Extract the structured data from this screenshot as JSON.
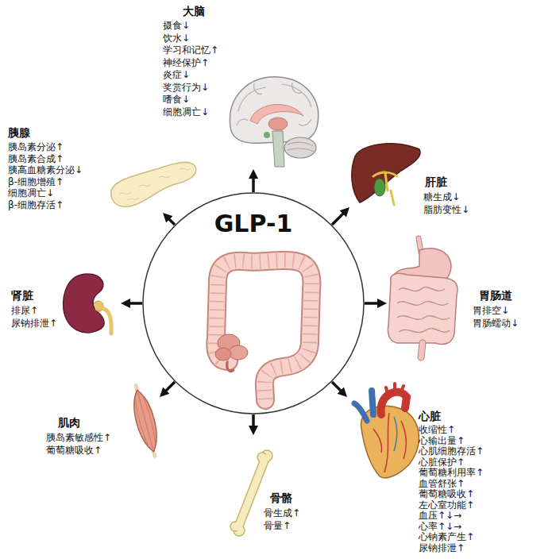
{
  "diagram": {
    "nodes": [
      {
        "text": [
          "GLP-1"
        ]
      },
      {
        "text": [
          "大脑",
          "摄食↓",
          "饮水↓",
          "学习和记忆↑",
          "神经保护↑",
          "炎症↓",
          "奖赏行为↓",
          "嗜食↓",
          "细胞凋亡↓"
        ]
      },
      {
        "text": [
          "肝脏",
          "糖生成↓",
          "脂肪变性↓"
        ]
      },
      {
        "text": [
          "胃肠道",
          "胃排空↓",
          "胃肠蠕动↓"
        ]
      },
      {
        "text": [
          "心脏",
          "收缩性↑",
          "心输出量↑",
          "心肌细胞存活↑",
          "心脏保护↑",
          "葡萄糖利用率↑",
          "血管舒张↑",
          "葡萄糖吸收↑",
          "左心室功能↑",
          "血压↑↓→",
          "心率↑↓→",
          "心钠素产生↑",
          "尿钠排泄↑"
        ]
      },
      {
        "text": [
          "骨骼",
          "骨生成↑",
          "骨量↑"
        ]
      },
      {
        "text": [
          "肌肉",
          "胰岛素敏感性↑",
          "葡萄糖吸收↑"
        ]
      },
      {
        "text": [
          "肾脏",
          "排尿↑",
          "尿钠排泄↑"
        ]
      },
      {
        "text": [
          "胰腺",
          "胰岛素分泌↑",
          "胰岛素合成↑",
          "胰高血糖素分泌↓",
          "β-细胞增殖↑",
          "细胞凋亡↓",
          "β-细胞存活↑"
        ]
      }
    ],
    "edges": [
      {
        "from": 0,
        "to": 1,
        "arrow": "to"
      },
      {
        "from": 0,
        "to": 2,
        "arrow": "to"
      },
      {
        "from": 0,
        "to": 3,
        "arrow": "to"
      },
      {
        "from": 0,
        "to": 4,
        "arrow": "to"
      },
      {
        "from": 0,
        "to": 5,
        "arrow": "to"
      },
      {
        "from": 0,
        "to": 6,
        "arrow": "to"
      },
      {
        "from": 0,
        "to": 7,
        "arrow": "to"
      },
      {
        "from": 0,
        "to": 8,
        "arrow": "to"
      }
    ]
  }
}
